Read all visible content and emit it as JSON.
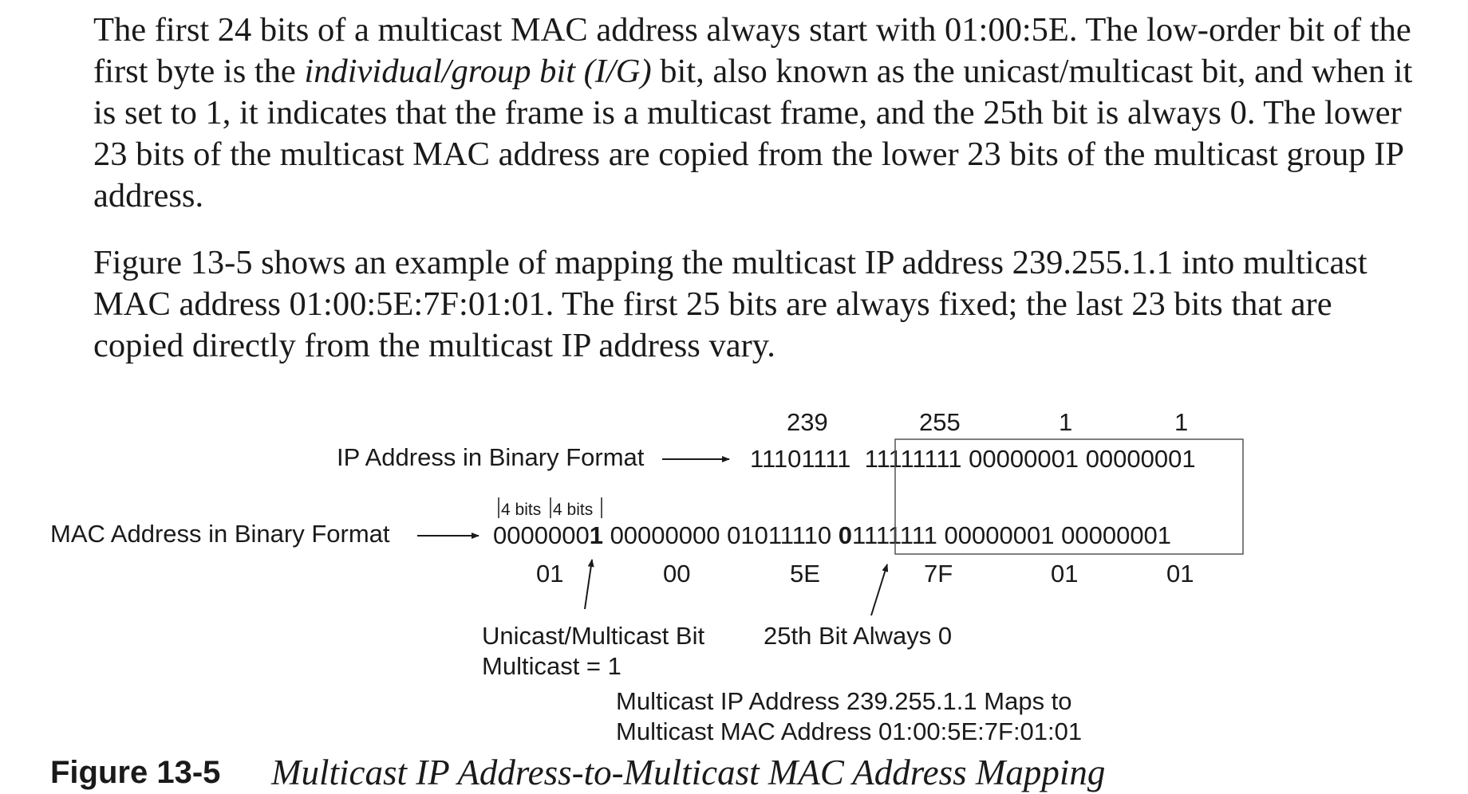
{
  "paragraph1": {
    "part1": "The first 24 bits of a multicast MAC address always start with 01:00:5E. The low-order bit of the first byte is the ",
    "emph": "individual/group bit (I/G)",
    "part2": " bit, also known as the unicast/multicast bit, and when it is set to 1, it indicates that the frame is a multicast frame, and the 25th bit is always 0. The lower 23 bits of the multicast MAC address are copied from the lower 23 bits of the multicast group IP address."
  },
  "paragraph2": "Figure 13-5 shows an example of mapping the multicast IP address 239.255.1.1 into multicast MAC address 01:00:5E:7F:01:01. The first 25 bits are always fixed; the last 23 bits that are copied directly from the multicast IP address vary.",
  "figure": {
    "ip_decimal": [
      "239",
      "255",
      "1",
      "1"
    ],
    "ip_label": "IP Address in Binary Format",
    "ip_binary": {
      "b1": "11101111",
      "b2_first": "1",
      "b2_rest": "1111111",
      "b3": "00000001",
      "b4": "00000001"
    },
    "four_bits_label_1": "4 bits",
    "four_bits_label_2": "4 bits",
    "mac_label": "MAC Address in Binary Format",
    "mac_binary": {
      "b1_start": "0000000",
      "b1_last": "1",
      "b2": "00000000",
      "b3": "01011110",
      "b4_first": "0",
      "b4_rest": "1111111",
      "b5": "00000001",
      "b6": "00000001"
    },
    "mac_hex": [
      "01",
      "00",
      "5E",
      "7F",
      "01",
      "01"
    ],
    "unicast_note_line1": "Unicast/Multicast Bit",
    "unicast_note_line2": "Multicast = 1",
    "bit25_note": "25th Bit Always 0",
    "mapping_note_line1": "Multicast IP Address 239.255.1.1 Maps to",
    "mapping_note_line2": "Multicast MAC Address 01:00:5E:7F:01:01"
  },
  "caption": {
    "label": "Figure 13-5",
    "title": "Multicast IP Address-to-Multicast MAC Address Mapping"
  }
}
